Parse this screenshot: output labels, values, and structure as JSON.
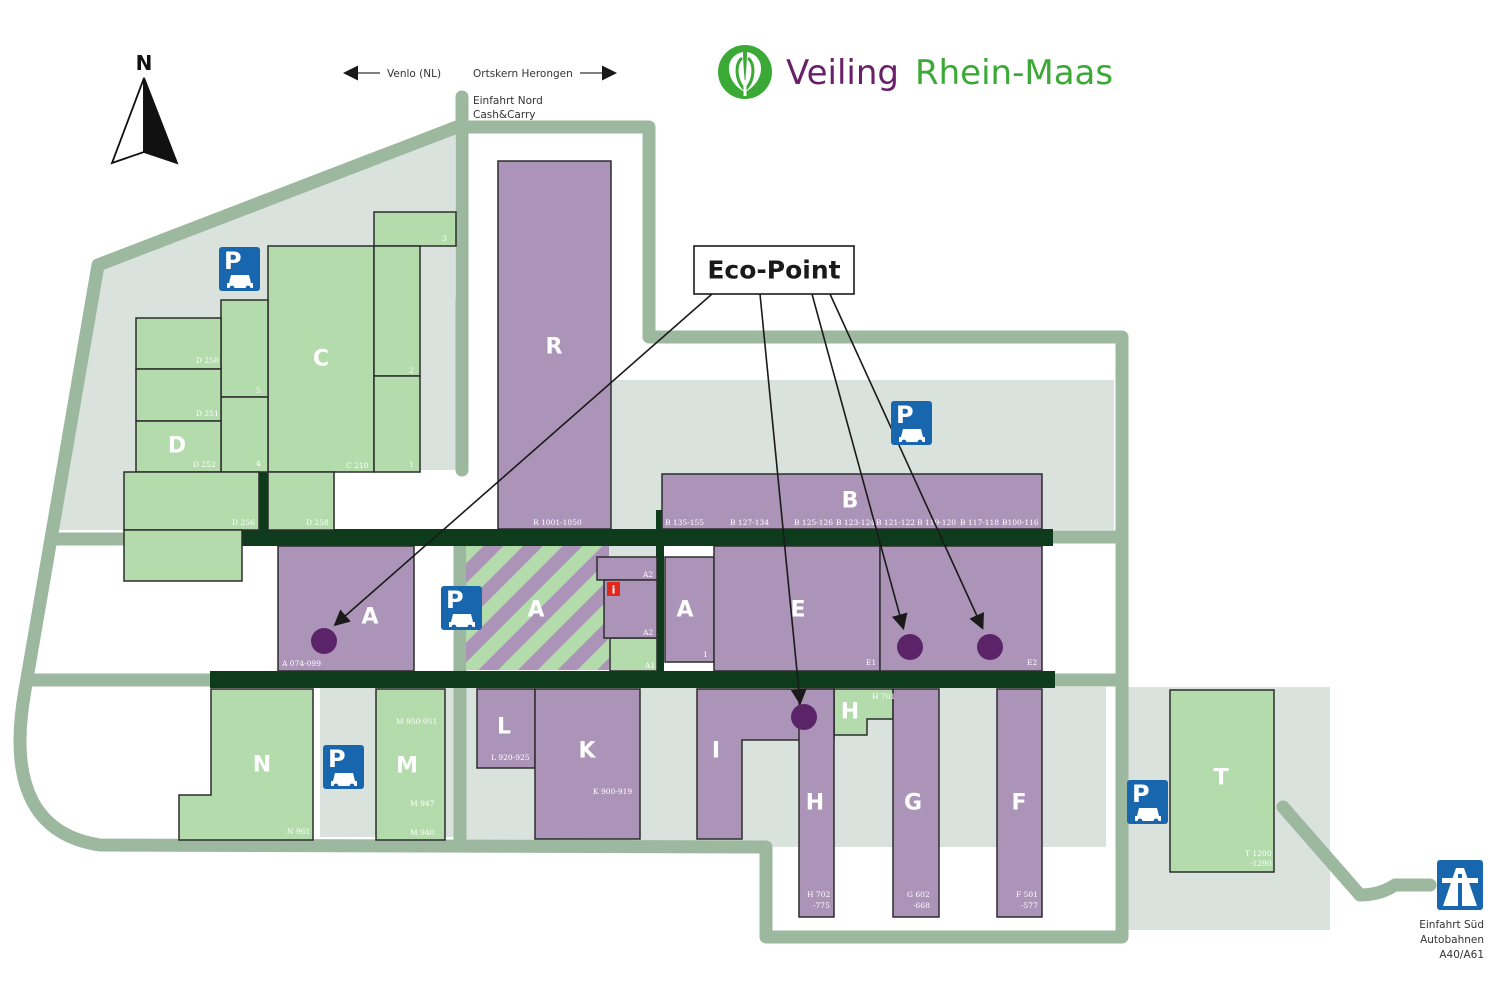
{
  "brand": {
    "name_part1": "Veiling",
    "name_part2": "Rhein-Maas",
    "color_purple": "#6a1f6b",
    "color_green": "#3aa935",
    "logo_icon": "veiling-leaf-logo-icon"
  },
  "compass": {
    "label": "N",
    "icon": "north-arrow-icon"
  },
  "directions": {
    "venlo": "Venlo (NL)",
    "herongen": "Ortskern Herongen",
    "north_entrance_line1": "Einfahrt Nord",
    "north_entrance_line2": "Cash&Carry",
    "south_entrance_line1": "Einfahrt Süd",
    "south_entrance_line2": "Autobahnen",
    "south_entrance_line3": "A40/A61"
  },
  "eco_point": {
    "label": "Eco-Point"
  },
  "colors": {
    "road": "#9cb89e",
    "ground": "#d9e2dc",
    "green_building": "#b3dbac",
    "purple_building": "#ac94b8",
    "dark_road": "#0d3b1c",
    "eco_dot": "#5c2468",
    "parking_blue": "#1867ae"
  },
  "buildings": {
    "R": "R",
    "R_num": "R 1001-1050",
    "C": "C",
    "C_num": "C 210",
    "C_5": "5",
    "C_4": "4",
    "C_3": "3",
    "C_2": "2",
    "C_1": "1",
    "D": "D",
    "D_250": "D 250",
    "D_251": "D 251",
    "D_252": "D 252",
    "D_256": "D 256",
    "D_258": "D 258",
    "B": "B",
    "B_135": "B 135-155",
    "B_127": "B 127-134",
    "B_125": "B 125-126",
    "B_123": "B 123-124",
    "B_121": "B 121-122",
    "B_119": "B 119-120",
    "B_117": "B 117-118",
    "B_100": "B100-116",
    "A_west": "A",
    "A_west_num": "A 074-099",
    "A_center": "A",
    "A2_top": "A2",
    "A2_bottom": "A2",
    "A1": "A1",
    "A_east": "A",
    "A_east_num": "1",
    "E": "E",
    "E1": "E1",
    "E2": "E2",
    "N": "N",
    "N_num": "N 961",
    "M": "M",
    "M_950": "M 950-951",
    "M_947": "M 947",
    "M_940": "M 940",
    "L": "L",
    "L_num": "L 920-925",
    "K": "K",
    "K_num": "K 900-919",
    "I": "I",
    "H_small": "H",
    "H_701": "H 701",
    "H": "H",
    "H_num1": "H 702",
    "H_num2": "-775",
    "G": "G",
    "G_num1": "G 602",
    "G_num2": "-668",
    "F": "F",
    "F_num1": "F 501",
    "F_num2": "-577",
    "T": "T",
    "T_num1": "T 1200",
    "T_num2": "-1290"
  },
  "parking": {
    "label": "P",
    "icon": "parking-car-icon"
  },
  "info": {
    "label": "i",
    "icon": "info-icon"
  },
  "motorway": {
    "icon": "motorway-icon"
  }
}
